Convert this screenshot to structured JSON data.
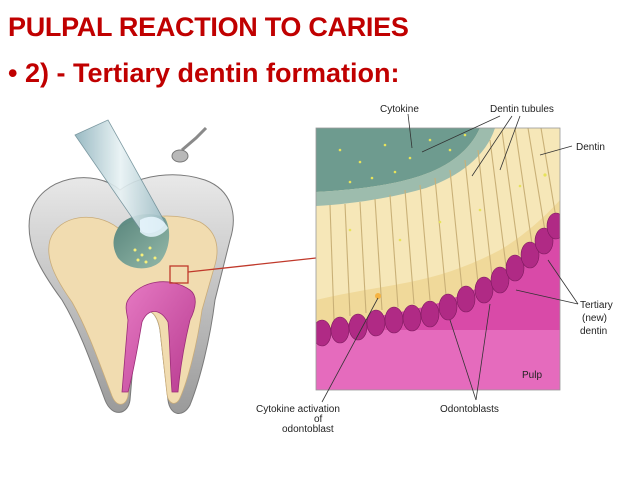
{
  "slide": {
    "title": "PULPAL REACTION TO CARIES",
    "bullet": "•",
    "subtitle": "2) - Tertiary dentin formation:"
  },
  "figure": {
    "labels": {
      "cytokine": "Cytokine",
      "dentin_tubules": "Dentin tubules",
      "dentin": "Dentin",
      "tertiary_1": "Tertiary",
      "tertiary_2": "(new)",
      "tertiary_3": "dentin",
      "pulp": "Pulp",
      "cytokine_activation_1": "Cytokine activation",
      "cytokine_activation_2": "of",
      "cytokine_activation_3": "odontoblast",
      "odontoblasts": "Odontoblasts"
    },
    "colors": {
      "title_red": "#c00000",
      "dentin": "#f6e7b8",
      "pulp": "#d24aa6",
      "odontoblast": "#b02a85",
      "enamel": "#c9c9c9",
      "caries_zone": "#5e8e84"
    }
  }
}
